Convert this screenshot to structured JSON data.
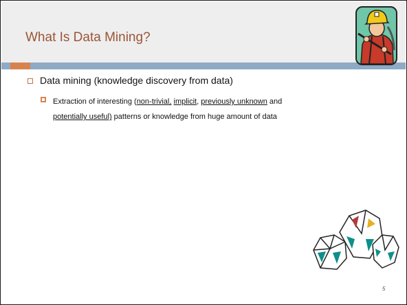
{
  "slide": {
    "title": "What Is Data Mining?",
    "page_number": "5"
  },
  "bullets": [
    {
      "level": 1,
      "text": "Data mining (knowledge discovery from data)"
    },
    {
      "level": 2,
      "segments": [
        {
          "text": "Extraction of interesting ",
          "underline": false
        },
        {
          "text": "(",
          "underline": false
        },
        {
          "text": "non-trivial,",
          "underline": true
        },
        {
          "text": " ",
          "underline": false
        },
        {
          "text": "implicit",
          "underline": true
        },
        {
          "text": ", ",
          "underline": false
        },
        {
          "text": "previously unknown",
          "underline": true
        },
        {
          "text": " and ",
          "underline": false
        },
        {
          "text": "potentially useful)",
          "underline": true
        },
        {
          "text": " patterns or knowledge from huge amount of data",
          "underline": false
        }
      ]
    }
  ],
  "images": {
    "miner": "miner-with-pickaxe-clipart",
    "gems": "diamonds-clipart"
  },
  "colors": {
    "title": "#9a5536",
    "accent_bar": "#8eaac4",
    "accent_block": "#d7834f"
  }
}
